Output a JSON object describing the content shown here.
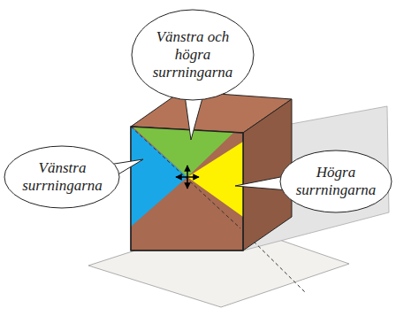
{
  "diagram": {
    "nodes": [
      {
        "text": [
          "Vänstra och högra surrningarna"
        ]
      },
      {
        "text": [
          "Vänstra surrningarna"
        ]
      },
      {
        "text": [
          "Högra surrningarna"
        ]
      }
    ]
  }
}
